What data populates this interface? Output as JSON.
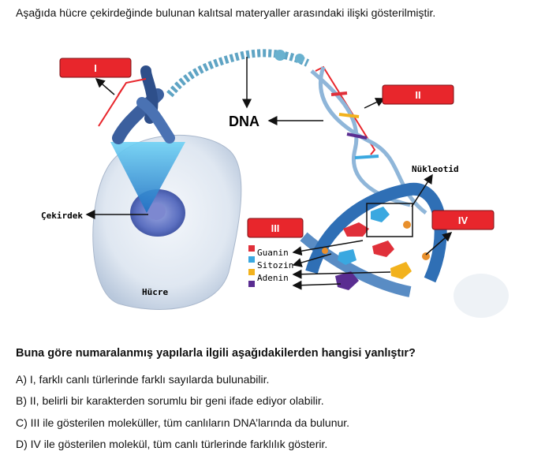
{
  "intro": "Aşağıda hücre çekirdeğinde bulunan kalıtsal materyaller arasındaki ilişki gösterilmiştir.",
  "figure": {
    "box_labels": [
      "I",
      "II",
      "III",
      "IV"
    ],
    "dna_label": "DNA",
    "nucleotide_label": "Nükleotid",
    "nucleus_label": "Çekirdek",
    "cell_label": "Hücre",
    "legend": [
      {
        "label": "Guanin",
        "color": "#e0303a"
      },
      {
        "label": "Sitozin",
        "color": "#3aa8e0"
      },
      {
        "label": "Adenin",
        "color": "#f2b21d"
      }
    ],
    "legend_cut_color": "#5a2d91",
    "colors": {
      "box": "#e8262c",
      "backbone": "#2f6fb5",
      "nucleus": "#5b6fc0"
    }
  },
  "question": "Buna göre numaralanmış yapılarla ilgili aşağıdakilerden hangisi yanlıştır?",
  "options": [
    "A) I, farklı canlı türlerinde farklı sayılarda bulunabilir.",
    "B) II, belirli bir karakterden sorumlu bir geni ifade ediyor olabilir.",
    "C) III ile gösterilen moleküller, tüm canlıların DNA’larında da bulunur.",
    "D) IV ile gösterilen molekül, tüm canlı türlerinde farklılık gösterir."
  ]
}
